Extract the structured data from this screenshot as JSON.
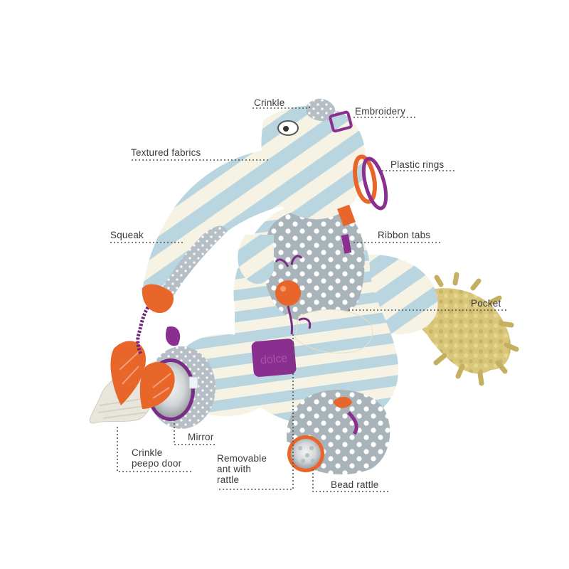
{
  "labels": {
    "crinkle": "Crinkle",
    "embroidery": "Embroidery",
    "textured_fabrics": "Textured fabrics",
    "plastic_rings": "Plastic rings",
    "squeak": "Squeak",
    "ribbon_tabs": "Ribbon tabs",
    "pocket": "Pocket",
    "mirror": "Mirror",
    "crinkle_peepo_door": "Crinkle\npeepo door",
    "removable_ant": "Removable\nant with\nrattle",
    "bead_rattle": "Bead rattle"
  },
  "teether_text": "dolce",
  "colors": {
    "stripe_blue": "#b9d5df",
    "stripe_cream": "#f7f3e4",
    "polka_grey": "#a9b3ba",
    "orange": "#e8662a",
    "purple": "#8a2f8f",
    "mop_yellow": "#d9c67a",
    "leader_line": "#555555"
  }
}
